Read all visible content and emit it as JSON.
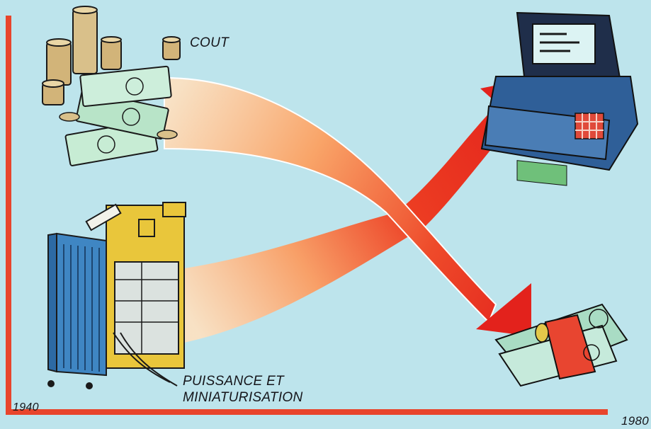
{
  "labels": {
    "cost": "COUT",
    "power_line1": "PUISSANCE ET",
    "power_line2": "MINIATURISATION",
    "start_year": "1940",
    "end_year": "1980"
  },
  "colors": {
    "background": "#bde4ec",
    "axis": "#e8452c",
    "arrow_red": "#e3261f",
    "arrow_fade": "#ffd3a6"
  },
  "icons": {
    "top_left": "coins-and-banknotes-icon",
    "bottom_left": "mainframe-computer-icon",
    "top_right": "personal-computer-icon",
    "bottom_right": "banknote-bundle-icon"
  }
}
